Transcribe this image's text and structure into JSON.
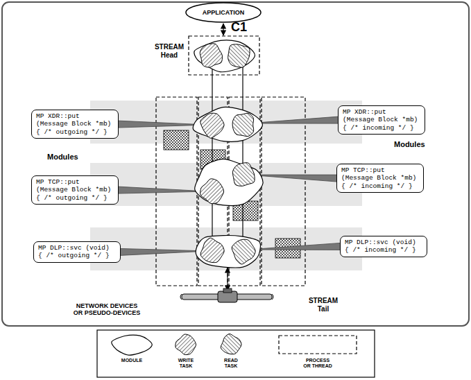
{
  "diagram": {
    "nodes": [
      {
        "text": [
          "APPLICATION"
        ]
      },
      {
        "text": [
          "MP XDR::put (Message Block *mb) { /* outgoing */ }"
        ]
      },
      {
        "text": [
          "MP XDR::put (Message Block *mb) { /* incoming */ }"
        ]
      },
      {
        "text": [
          "MP TCP::put (Message Block *mb) { /* outgoing */ }"
        ]
      },
      {
        "text": [
          "MP TCP::put (Message Block *mb) { /* incoming */ }"
        ]
      },
      {
        "text": [
          "MP DLP::svc (void) { /* outgoing */ }"
        ]
      },
      {
        "text": [
          "MP DLP::svc (void) { /* incoming */ }"
        ]
      }
    ],
    "labels": [
      "C1",
      "STREAM Head",
      "Modules",
      "Modules",
      "NETWORK DEVICES OR PSEUDO-DEVICES",
      "STREAM Tail"
    ],
    "legend": [
      {
        "text": "MODULE"
      },
      {
        "text": "WRITE TASK"
      },
      {
        "text": "READ TASK"
      },
      {
        "text": "PROCESS OR THREAD"
      }
    ]
  }
}
